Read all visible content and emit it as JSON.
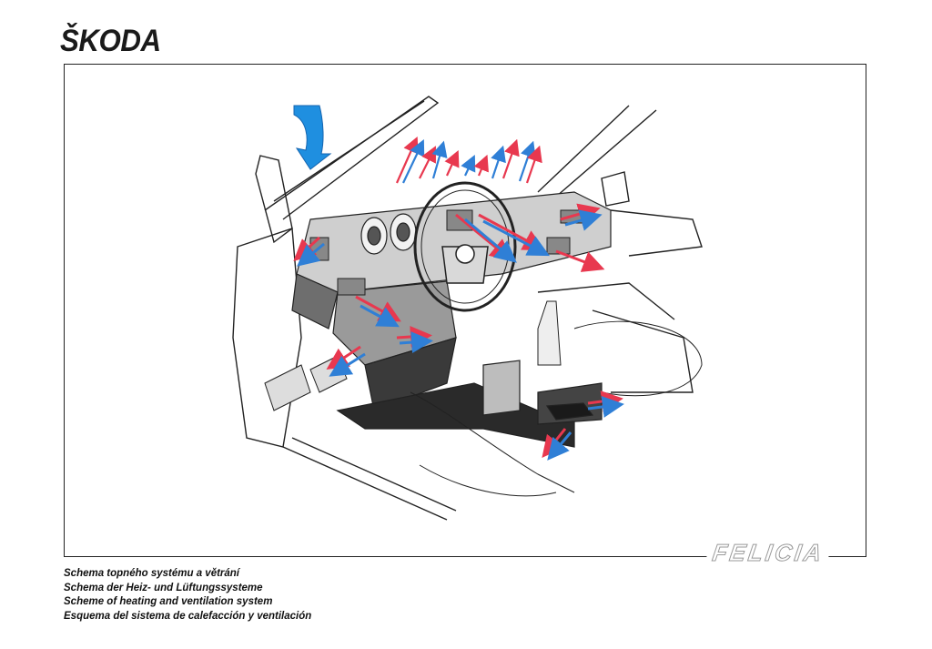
{
  "header": {
    "brand": "ŠKODA"
  },
  "figure": {
    "model_name": "FELICIA",
    "colors": {
      "warm_air": "#e8384f",
      "cold_air": "#2f7fd6",
      "intake": "#1f8fe0",
      "ink": "#222222"
    }
  },
  "captions": [
    "Schema topného systému a větrání",
    "Schema der Heiz- und Lüftungssysteme",
    "Scheme of heating and ventilation system",
    "Esquema del sistema de calefacción y ventilación"
  ]
}
